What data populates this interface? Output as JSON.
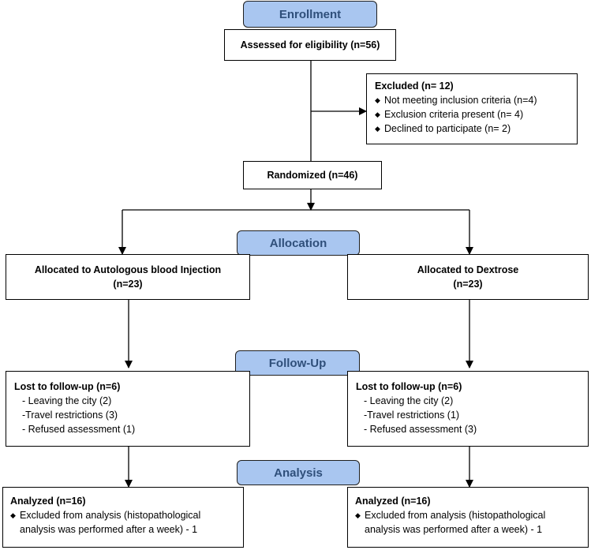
{
  "phases": {
    "enrollment": "Enrollment",
    "allocation": "Allocation",
    "follow_up": "Follow-Up",
    "analysis": "Analysis"
  },
  "assessed": "Assessed for eligibility (n=56)",
  "excluded": {
    "title": "Excluded (n= 12)",
    "items": [
      "Not meeting inclusion criteria (n=4)",
      "Exclusion criteria present (n= 4)",
      "Declined to participate (n= 2)"
    ]
  },
  "randomized": "Randomized (n=46)",
  "allocation": {
    "left": {
      "title": "Allocated to Autologous blood Injection",
      "n": "(n=23)"
    },
    "right": {
      "title": "Allocated to Dextrose",
      "n": "(n=23)"
    }
  },
  "followup": {
    "left": {
      "title": "Lost to follow-up (n=6)",
      "items": [
        "- Leaving the city (2)",
        "-Travel restrictions (3)",
        "- Refused assessment (1)"
      ]
    },
    "right": {
      "title": "Lost to follow-up (n=6)",
      "items": [
        "- Leaving the city (2)",
        "-Travel restrictions (1)",
        "- Refused assessment (3)"
      ]
    }
  },
  "analysis": {
    "left": {
      "title": "Analyzed (n=16)",
      "item": "Excluded from analysis (histopathological analysis was performed after a week) - 1"
    },
    "right": {
      "title": "Analyzed (n=16)",
      "item": "Excluded from analysis (histopathological analysis was performed after a week) - 1"
    }
  },
  "colors": {
    "phase_fill": "#a9c6f0",
    "phase_text": "#2f4f7a"
  }
}
